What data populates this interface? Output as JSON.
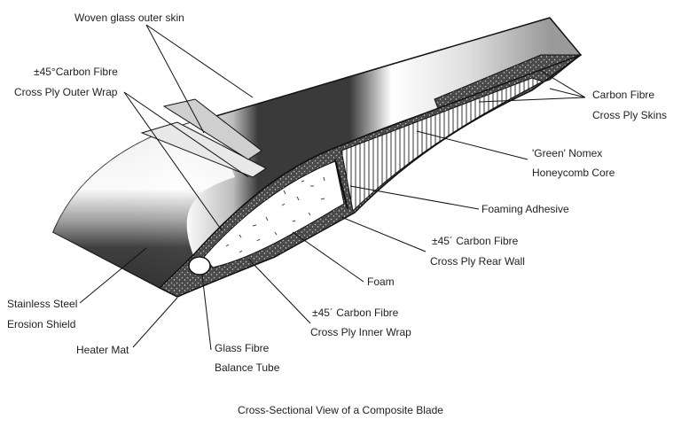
{
  "labels": {
    "woven_skin": "Woven glass outer skin",
    "outer_wrap_1": "±45°Carbon Fibre",
    "outer_wrap_2": "Cross Ply Outer Wrap",
    "skins_1": "Carbon Fibre",
    "skins_2": "Cross Ply Skins",
    "nomex_1": "'Green' Nomex",
    "nomex_2": "Honeycomb Core",
    "adhesive": "Foaming Adhesive",
    "rear_wall_1": "±45´ Carbon Fibre",
    "rear_wall_2": "Cross Ply Rear Wall",
    "foam": "Foam",
    "inner_wrap_1": "±45´ Carbon Fibre",
    "inner_wrap_2": "Cross Ply Inner Wrap",
    "shield_1": "Stainless Steel",
    "shield_2": "Erosion Shield",
    "heater": "Heater Mat",
    "balance_1": "Glass Fibre",
    "balance_2": "Balance Tube"
  },
  "caption": "Cross-Sectional View of a Composite Blade"
}
